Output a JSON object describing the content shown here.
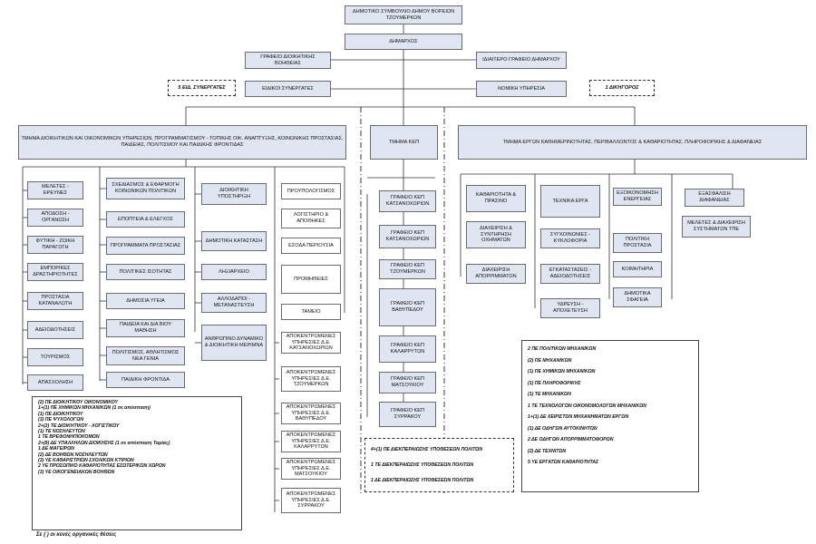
{
  "top": {
    "council": "ΔΗΜΟΤΙΚΟ ΣΥΜΒΟΥΛΙΟ ΔΗΜΟΥ ΒΟΡΕΙΩΝ ΤΖΟΥΜΕΡΚΩΝ",
    "mayor": "ΔΗΜΑΡΧΟΣ",
    "admin_office": "ΓΡΑΦΕΙΟ ΔΙΟΙΚΗΤΙΚΗΣ ΒΟΗΘΕΙΑΣ",
    "private_office": "ΙΔΙΑΙΤΕΡΟ ΓΡΑΦΕΙΟ ΔΗΜΑΡΧΟΥ",
    "special_advisors": "ΕΙΔΙΚΟΙ ΣΥΝΕΡΓΑΤΕΣ",
    "legal_service": "ΝΟΜΙΚΗ ΥΠΗΡΕΣΙΑ",
    "advisors_count": "5 ΕΙΔ. ΣΥΝΕΡΓΑΤΕΣ",
    "lawyer_count": "1 ΔΙΚΗΓΟΡΟΣ"
  },
  "departments": {
    "admin": "ΤΜΗΜΑ ΔΙΟΙΚΗΤΙΚΩΝ ΚΑΙ ΟΙΚΟΝΟΜΙΚΩΝ ΥΠΗΡΕΣΙΩΝ, ΠΡΟΓΡΑΜΜΑΤΙΣΜΟΥ - ΤΟΠΙΚΗΣ ΟΙΚ. ΑΝΑΠΤΥΞΗΣ, ΚΟΙΝΩΝΙΚΗΣ ΠΡΟΣΤΑΣΙΑΣ, ΠΑΙΔΕΙΑΣ, ΠΟΛΙΤΙΣΜΟΥ ΚΑΙ ΠΑΙΔΙΚΗΣ ΦΡΟΝΤΙΔΑΣ",
    "kep": "ΤΜΗΜΑ ΚΕΠ",
    "works": "ΤΜΗΜΑ ΕΡΓΩΝ ΚΑΘΗΜΕΡΙΝΟΤΗΤΑΣ, ΠΕΡΙΒΑΛΛΟΝΤΟΣ & ΚΑΘΑΡΙΟΤΗΤΑΣ, ΠΛΗΡΟΦΟΡΙΚΗΣ & ΔΙΑΦΑΝΕΙΑΣ"
  },
  "admin_col1": [
    "ΜΕΛΕΤΕΣ - ΕΡΕΥΝΕΣ",
    "ΑΠΟΔΟΣΗ - ΟΡΓΑΝΩΣΗ",
    "ΦΥΤΙΚΗ - ΖΩΙΚΗ ΠΑΡΑΓΩΓΗ",
    "ΕΜΠΟΡΙΚΕΣ ΔΡΑΣΤΗΡΙΟΤΗΤΕΣ",
    "ΠΡΟΣΤΑΣΙΑ ΚΑΤΑΝΑΛΩΤΗ",
    "ΑΔΕΙΟΔΟΤΗΣΕΙΣ",
    "ΤΟΥΡΙΣΜΟΣ",
    "ΑΠΑΣΧΟΛΗΣΗ"
  ],
  "admin_col2": [
    "ΣΧΕΔΙΑΣΜΟΣ & ΕΦΑΡΜΟΓΗ ΚΟΙΝΩΝΙΚΩΝ ΠΟΛΙΤΙΚΩΝ",
    "ΕΠΟΠΤΕΙΑ & ΕΛΕΓΧΟΣ",
    "ΠΡΟΓΡΑΜΜΑΤΑ ΠΡΟΣΤΑΣΙΑΣ",
    "ΠΟΛΙΤΙΚΕΣ ΙΣΟΤΗΤΑΣ",
    "ΔΗΜΟΣΙΑ ΥΓΕΙΑ",
    "ΠΑΙΔΕΙΑ ΚΑΙ ΔΙΑ ΒΙΟΥ ΜΑΘΗΣΗ",
    "ΠΟΛΙΤΙΣΜΟΣ, ΑΘΛΗΤΙΣΜΟΣ ΝΕΑ ΓΕΝΙΑ",
    "ΠΑΙΔΙΚΗ ΦΡΟΝΤΙΔΑ"
  ],
  "admin_col3": [
    "ΔΙΟΙΚΗΤΙΚΗ ΥΠΟΣΤΗΡΙΞΗ",
    "ΔΗΜΟΤΙΚΗ ΚΑΤΑΣΤΑΣΗ",
    "ΛΗΞΙΑΡΧΕΙΟ",
    "ΑΛΛΟΔΑΠΟΙ - ΜΕΤΑΝΑΣΤΕΥΣΗ",
    "ΑΝΘΡΩΠΙΝΟ ΔΥΝΑΜΙΚΟ & ΔΙΟΙΚΗΤΙΚΗ ΜΕΡΙΜΝΑ"
  ],
  "admin_col4": [
    "ΠΡΟΥΠΟΛΟΓΙΣΜΟΣ",
    "ΛΟΓΙΣΤΗΡΙΟ & ΑΠΟΘΗΚΕΣ",
    "ΕΣΟΔΑ ΠΕΡΙΟΥΣΙΑ",
    "ΠΡΟΜΗΘΕΙΕΣ",
    "ΤΑΜΕΙΟ",
    "ΑΠΟΚΕΝΤΡΩΜΕΝΕΣ ΥΠΗΡΕΣΙΕΣ Δ.Ε. ΚΑΤΣΑΝΟΧΩΡΙΩΝ",
    "ΑΠΟΚΕΝΤΡΩΜΕΝΕΣ ΥΠΗΡΕΣΙΕΣ Δ.Ε. ΤΖΟΥΜΕΡΚΩΝ",
    "ΑΠΟΚΕΝΤΡΩΜΕΝΕΣ ΥΠΗΡΕΣΙΕΣ Δ.Ε. ΒΑΘΥΠΕΔΟΥ",
    "ΑΠΟΚΕΝΤΡΩΜΕΝΕΣ ΥΠΗΡΕΣΙΕΣ Δ.Ε. ΚΑΛΑΡΡΥΤΩΝ",
    "ΑΠΟΚΕΝΤΡΩΜΕΝΕΣ ΥΠΗΡΕΣΙΕΣ Δ.Ε. ΜΑΤΣΟΥΚΙΟΥ",
    "ΑΠΟΚΕΝΤΡΩΜΕΝΕΣ ΥΠΗΡΕΣΙΕΣ Δ.Ε. ΣΥΡΡΑΚΟΥ"
  ],
  "kep_offices": [
    "ΓΡΑΦΕΙΟ ΚΕΠ ΚΑΤΣΑΝΟΧΩΡΙΩΝ",
    "ΓΡΑΦΕΙΟ ΚΕΠ ΚΑΤΣΑΝΟΧΩΡΙΩΝ",
    "ΓΡΑΦΕΙΟ ΚΕΠ ΤΖΟΥΜΕΡΚΩΝ",
    "ΓΡΑΦΕΙΟ ΚΕΠ ΒΑΘΥΠΕΔΟΥ",
    "ΓΡΑΦΕΙΟ ΚΕΠ ΚΑΛΑΡΡΥΤΩΝ",
    "ΓΡΑΦΕΙΟ ΚΕΠ ΜΑΤΣΟΥΚΙΟΥ",
    "ΓΡΑΦΕΙΟ ΚΕΠ ΣΥΡΡΑΚΟΥ"
  ],
  "works_col1": [
    "ΚΑΘΑΡΙΟΤΗΤΑ & ΠΡΑΣΙΝΟ",
    "ΔΙΑΧΕΙΡΙΣΗ & ΣΥΝΤΗΡΗΣΗ ΟΧΗΜΑΤΩΝ",
    "ΔΙΑΧΕΙΡΙΣΗ ΑΠΟΡΡΙΜΜΑΤΩΝ"
  ],
  "works_col2": [
    "ΤΕΧΝΙΚΑ ΕΡΓΑ",
    "ΣΥΓΚΟΙΝΩΝΙΕΣ - ΚΥΚΛΟΦΟΡΙΑ",
    "ΕΓΚΑΤΑΣΤΑΣΕΙΣ - ΑΔΕΙΟΔΟΤΗΣΕΙΣ",
    "ΥΔΡΕΥΣΗ - ΑΠΟΧΕΤΕΥΣΗ"
  ],
  "works_col3": [
    "ΕΞΟΙΚΟΝΟΜΗΣΗ ΕΝΕΡΓΕΙΑΣ",
    "ΠΟΛΙΤΙΚΗ ΠΡΟΣΤΑΣΙΑ",
    "ΚΟΙΜΗΤΗΡΙΑ",
    "ΔΗΜΟΤΙΚΑ ΣΦΑΓΕΙΑ"
  ],
  "works_col4": [
    "ΕΞΑΣΦΑΛΙΣΗ ΔΙΑΦΑΝΕΙΑΣ",
    "ΜΕΛΕΤΕΣ & ΔΙΑΧΕΙΡΙΣΗ ΣΥΣΤΗΜΑΤΩΝ ΤΠΕ"
  ],
  "legend_admin": [
    "(2) ΠΕ ΔΙΟΙΚΗΤΙΚΟΥ ΟΙΚΟΝΟΜΙΚΟΥ",
    "1+(1) ΠΕ ΧΗΜΙΚΩΝ ΜΗΧΑΝΙΚΩΝ (1 σε απόσπαση)",
    "(1) ΠΕ ΔΙΟΙΚΗΤΙΚΟΥ",
    "(3) ΠΕ ΨΥΧΟΛΟΓΩΝ",
    "2+(2) ΤΕ ΔΙΟΙΚΗΤΙΚΟΥ - ΛΟΓΙΣΤΙΚΟΥ",
    "(1) ΤΕ ΝΟΣΗΛΕΥΤΩΝ",
    "1 ΤΕ ΒΡΕΦΟΝΗΠΙΟΚΟΜΩΝ",
    "2+(8) ΔΕ ΥΠΑΛΛΗΛΩΝ ΔΙΟΙΚΗΣΗΣ (1 σε απόσπαση Ταμίας)",
    "1 ΔΕ ΜΑΓΕΙΡΩΝ",
    "(2) ΔΕ ΒΟΗΘΩΝ ΝΟΣΗΛΕΥΤΩΝ",
    "(3) ΥΕ ΚΑΘΑΡΙΣΤΡΙΩΝ ΣΧΟΛΙΚΩΝ ΚΤΙΡΙΩΝ",
    "2 ΥΕ ΠΡΟΣΩΠΙΚΟ ΚΑΘΑΡΙΟΤΗΤΑΣ ΕΣΩΤΕΡΙΚΩΝ ΧΩΡΩΝ",
    "(3) ΥΕ ΟΙΚΟΓΕΝΕΙΑΚΩΝ ΒΟΗΘΩΝ"
  ],
  "legend_kep": [
    "4+(1) ΠΕ ΔΙΕΚΠΕΡΑΙΩΣΗΣ ΥΠΟΘΕΣΕΩΝ ΠΟΛΙΤΩΝ",
    "1 ΤΕ ΔΙΕΚΠΕΡΑΙΩΣΗΣ ΥΠΟΘΕΣΕΩΝ ΠΟΛΙΤΩΝ",
    "1 ΔΕ ΔΙΕΚΠΕΡΑΙΩΣΗΣ ΥΠΟΘΕΣΕΩΝ ΠΟΛΙΤΩΝ"
  ],
  "legend_works": [
    "2 ΠΕ ΠΟΛΙΤΙΚΩΝ ΜΗΧΑΝΙΚΩΝ",
    "(2) ΠΕ ΜΗΧΑΝΙΚΩΝ",
    "(1) ΠΕ ΧΗΜΙΚΩΝ ΜΗΧΑΝΙΚΩΝ",
    "(1) ΠΕ ΠΛΗΡΟΦΟΡΙΚΗΣ",
    "(1) ΤΕ ΜΗΧΑΝΙΚΩΝ",
    "1 ΤΕ ΤΕΧΝΟΛΟΓΩΝ ΟΙΚΟΝΟΜΟΛΟΓΩΝ ΜΗΧΑΝΙΚΩΝ",
    "1+(1) ΔΕ ΧΕΙΡΙΣΤΩΝ ΜΗΧΑΝΗΜΑΤΩΝ ΕΡΓΩΝ",
    "(1) ΔΕ ΟΔΗΓΩΝ ΑΥΤΟΚΙΝΗΤΩΝ",
    "2 ΔΕ ΟΔΗΓΩΝ ΑΠΟΡΡΙΜΜΑΤΟΦΟΡΩΝ",
    "(2) ΔΕ ΤΕΧΝΙΤΩΝ",
    "5 ΥΕ ΕΡΓΑΤΩΝ ΚΑΘΑΡΙΟΤΗΤΑΣ"
  ],
  "footnote": "Σε ( ) οι κενές οργανικές θέσεις"
}
